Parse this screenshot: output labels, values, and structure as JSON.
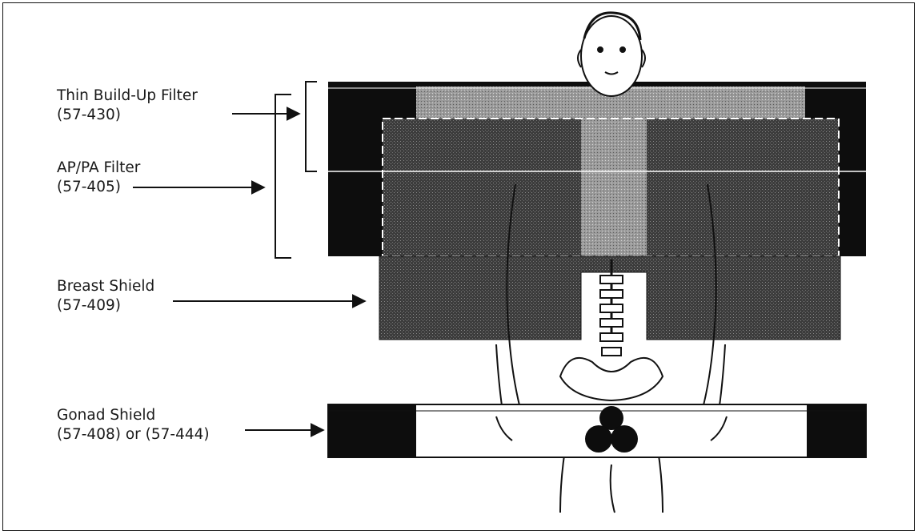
{
  "labels": {
    "thin_buildup": {
      "name": "Thin Build-Up Filter",
      "code": "(57-430)"
    },
    "ap_pa": {
      "name": "AP/PA Filter",
      "code": "(57-405)"
    },
    "breast": {
      "name": "Breast Shield",
      "code": "(57-409)"
    },
    "gonad": {
      "name": "Gonad Shield",
      "code": "(57-408) or (57-444)"
    }
  },
  "colors": {
    "filter_black": "#0d0d0d",
    "shield_dark": "#3a3a3a",
    "shield_light": "#8d8d8d",
    "line": "#111111"
  }
}
